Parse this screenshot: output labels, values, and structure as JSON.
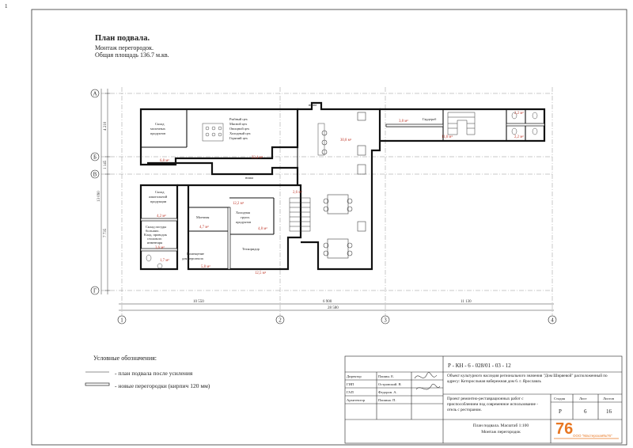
{
  "sheet": {
    "corner_mark": "1",
    "title": "План подвала.",
    "subtitle_1": "Монтаж перегородок.",
    "subtitle_2": "Общая площадь 136.7 м.кв."
  },
  "axes": {
    "row_labels": [
      "А",
      "Б",
      "В",
      "Г"
    ],
    "col_labels": [
      "1",
      "2",
      "3",
      "4"
    ],
    "left_dims": [
      "4 210",
      "1 145",
      "13 090",
      "7 735"
    ],
    "bottom_dims": [
      "10 550",
      "6 900",
      "11 130"
    ],
    "total_dim": "28 580"
  },
  "rooms": {
    "storage_dairy": "Склад\nмолочных\nпродуктов",
    "storage_dairy_area": "6,8 м²",
    "fish_meat_veg": [
      "Рыбный цех",
      "Мясной цех",
      "Овощной цех",
      "Холодный цех",
      "Горячий цех"
    ],
    "kitchen_area": "22,4 м²",
    "hall_area": "30,8 м²",
    "niche_top": "ниша",
    "wardrobe": "Гардероб",
    "wardrobe_area": "3,8 м²",
    "corridor_right_area": "11,0 м²",
    "wc1_area": "2,2 м²",
    "wc2_area": "2,2 м²",
    "storage_food": "Склад\nалкогольной\nпродукции",
    "storage_food_area": "4,2 м²",
    "niche_mid": "ниша",
    "mid_area": "12,2 м²",
    "stair_area": "2,6 м²",
    "washroom": "Моечная",
    "washroom_area": "4,7 м²",
    "cold_room": "Холодная\nгрупп.\nпродуктов",
    "cold_room_area": "4,8 м²",
    "dish_storage": "Склад посуды\nбольших.\nКлад. проводок\nстолового\nинвентаря",
    "dish_storage_area": "3,6 м²",
    "technical": "Техкоридор",
    "technical_area": "12,5 м²",
    "staff_room": "Помещение\nдля персонала",
    "staff_room_area": "5,8 м²",
    "wc_small_area": "1,7 м²"
  },
  "legend": {
    "title": "Условные обозначения:",
    "item_1": "- план подвала после усиления",
    "item_2": "- новые перегородки (кирпич 120 мм)"
  },
  "stamp": {
    "code": "Р - КН - 6 - 028/01 - 03 - 12",
    "object_desc": "Объект культурного наследия регионального значения \"Дом Ширяевой\" расположенный по адресу: Которосльная набережная дом 6. г. Ярославль",
    "project_desc": "Проект ремонтно-реставрационных работ с приспособлением под современное использование - отель с рестораном.",
    "drawing_name": "План подвала. Масштаб 1:100\nМонтаж перегородок",
    "roles": [
      {
        "role": "Директор",
        "name": "Пашин. Е."
      },
      {
        "role": "ГИП",
        "name": "Островский. В"
      },
      {
        "role": "ГАП",
        "name": "Федоров. А."
      },
      {
        "role": "Архитектор",
        "name": "Пашина. П."
      }
    ],
    "stage_label": "Стадия",
    "sheet_label": "Лист",
    "sheets_label": "Листов",
    "stage_value": "Р",
    "sheet_value": "6",
    "sheets_value": "16",
    "company_number": "76",
    "company_name": "ООО \"Мастерская№76\"",
    "accent_color": "#e87722"
  }
}
